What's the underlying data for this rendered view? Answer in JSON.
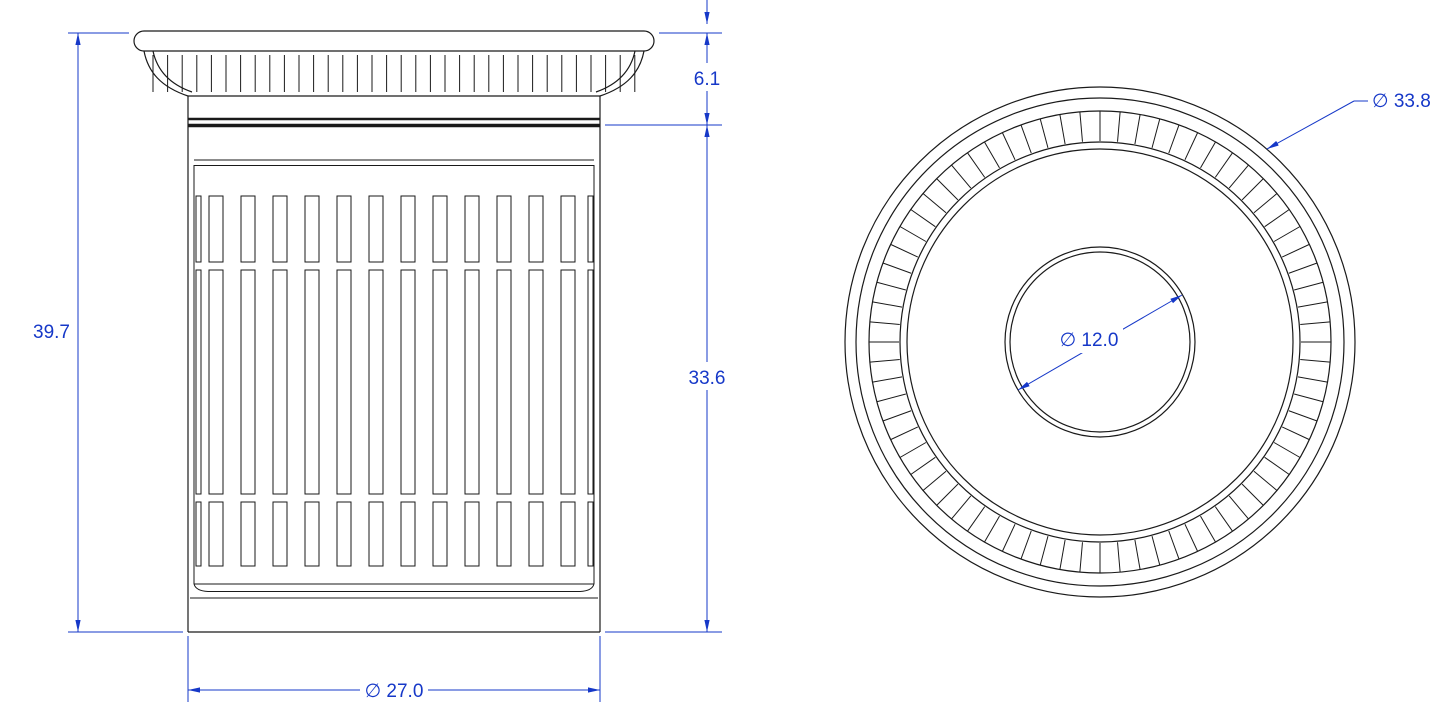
{
  "page": {
    "background_color": "#ffffff"
  },
  "drawing": {
    "type": "technical-drawing",
    "accent_color": "#1638c8",
    "line_color": "#1a1a1a",
    "dimensions": {
      "overall_height": "39.7",
      "flange_height": "6.1",
      "body_height": "33.6",
      "body_diameter": "∅ 27.0",
      "outer_diameter": "∅ 33.8",
      "bore_diameter": "∅ 12.0"
    }
  }
}
